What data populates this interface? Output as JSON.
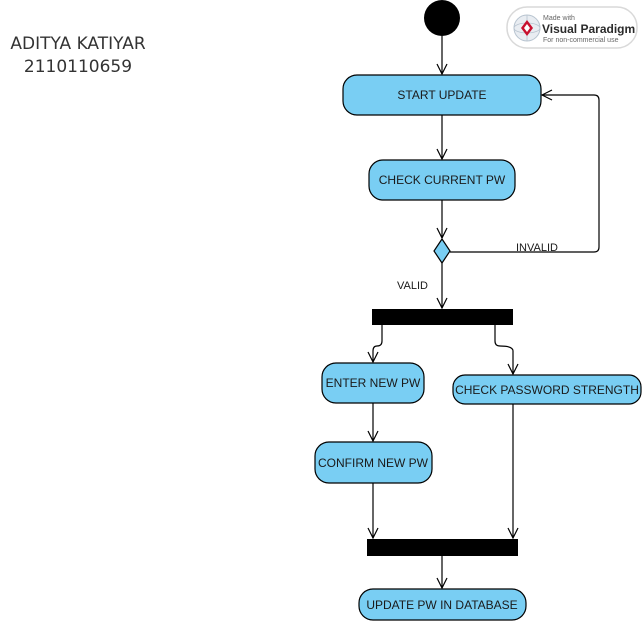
{
  "author": {
    "name": "ADITYA KATIYAR",
    "id": "2110110659"
  },
  "watermark": {
    "made_with": "Made with",
    "brand": "Visual Paradigm",
    "note": "For non-commercial use"
  },
  "nodes": {
    "start_update": "START UPDATE",
    "check_current_pw": "CHECK CURRENT PW",
    "enter_new_pw": "ENTER NEW PW",
    "check_password_strength": "CHECK PASSWORD STRENGTH",
    "confirm_new_pw": "CONFIRM NEW PW",
    "update_pw_in_database": "UPDATE PW IN DATABASE"
  },
  "guards": {
    "invalid": "INVALID",
    "valid": "VALID"
  },
  "colors": {
    "action_fill": "#79cef3",
    "stroke": "#000000",
    "bar_fill": "#000000",
    "text": "#1a1a1a"
  }
}
